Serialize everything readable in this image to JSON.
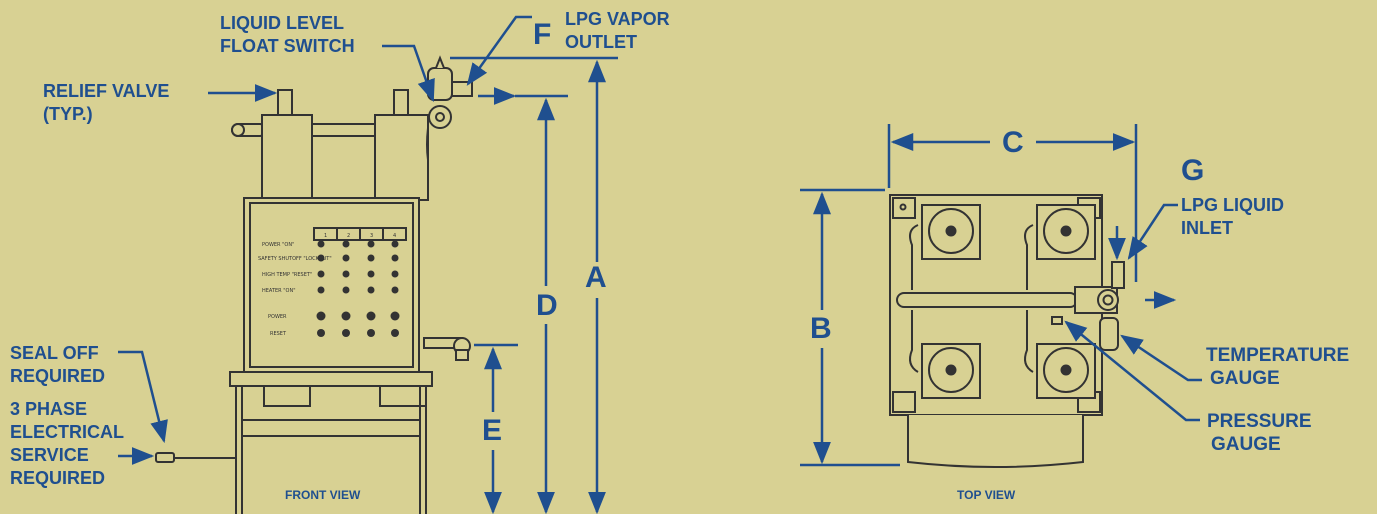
{
  "labels": {
    "liquid_level": [
      "LIQUID LEVEL",
      "FLOAT SWITCH"
    ],
    "lpg_vapor": [
      "LPG VAPOR",
      "OUTLET"
    ],
    "relief_valve": [
      "RELIEF VALVE",
      "(TYP.)"
    ],
    "seal_off": [
      "SEAL OFF",
      "REQUIRED"
    ],
    "electrical": [
      "3 PHASE",
      "ELECTRICAL",
      "SERVICE",
      "REQUIRED"
    ],
    "lpg_liquid": [
      "LPG LIQUID",
      "INLET"
    ],
    "temperature": [
      "TEMPERATURE",
      "GAUGE"
    ],
    "pressure": [
      "PRESSURE",
      "GAUGE"
    ]
  },
  "dimensions": {
    "A": "A",
    "B": "B",
    "C": "C",
    "D": "D",
    "E": "E",
    "F": "F",
    "G": "G"
  },
  "views": {
    "front": "FRONT VIEW",
    "top": "TOP VIEW"
  },
  "panel": {
    "columns": [
      "1",
      "2",
      "3",
      "4"
    ],
    "rows": [
      "POWER \"ON\"",
      "SAFETY SHUTOFF \"LOCKOUT\"",
      "HIGH TEMP \"RESET\"",
      "HEATER \"ON\""
    ],
    "switch_label": "POWER",
    "reset_label": "RESET"
  },
  "colors": {
    "background": "#d8d193",
    "accent": "#1f4f8f",
    "line": "#333333"
  }
}
